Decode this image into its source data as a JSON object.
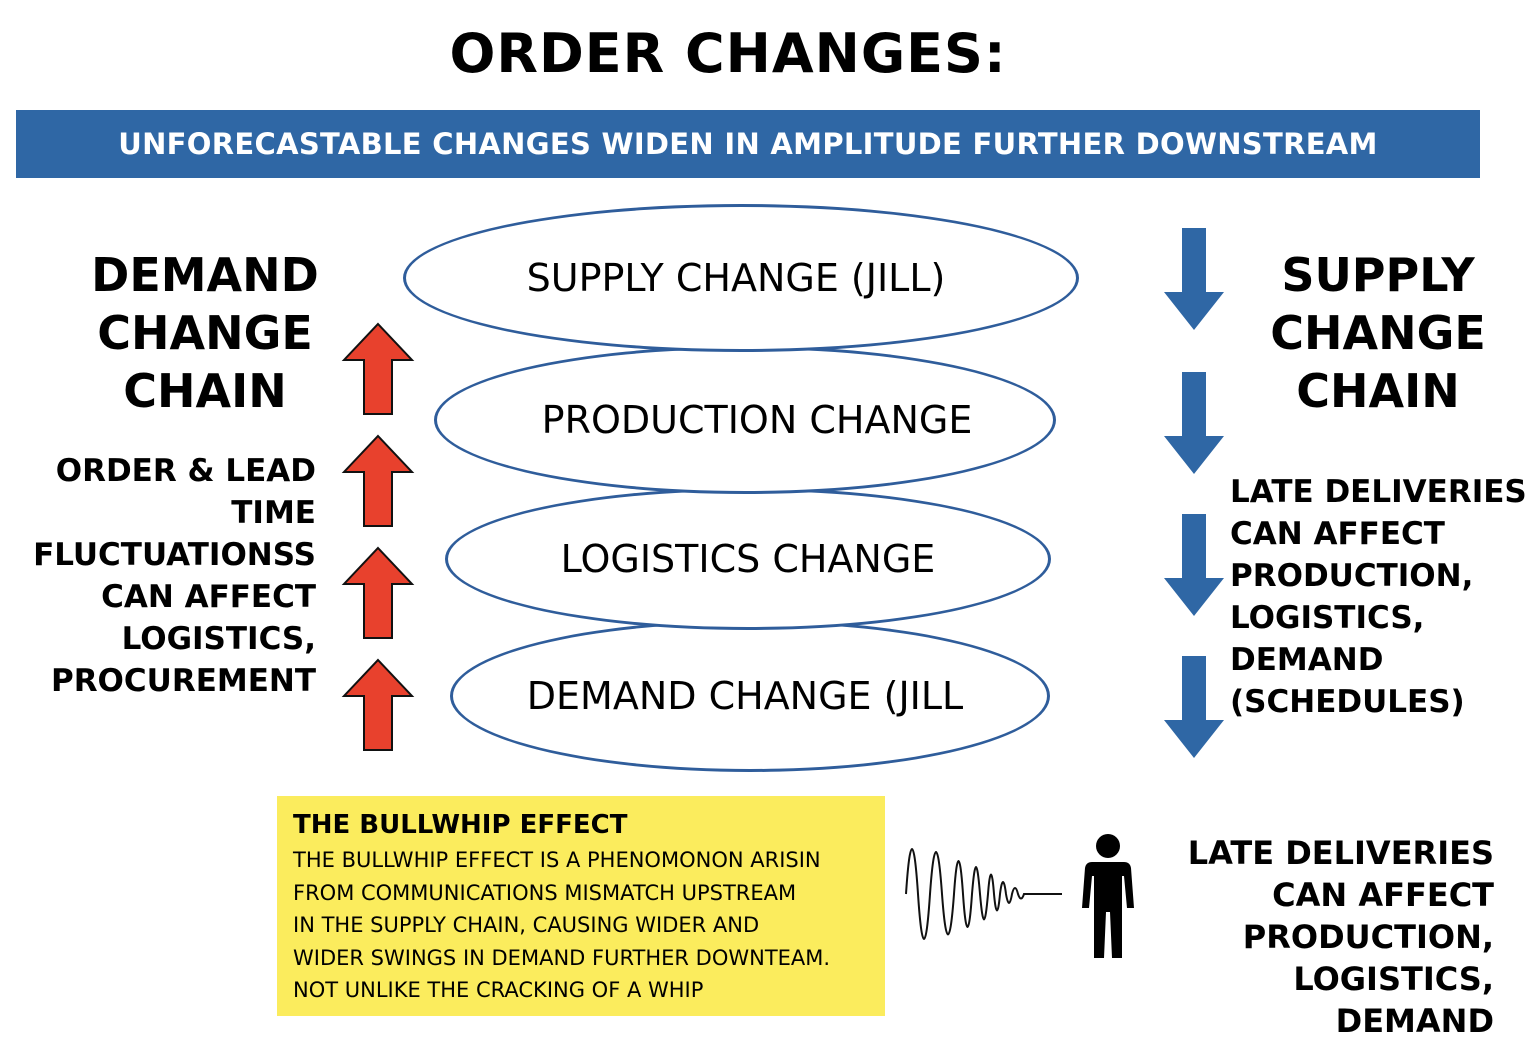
{
  "title": "ORDER CHANGES:",
  "banner": "UNFORECASTABLE CHANGES WIDEN IN AMPLITUDE FURTHER DOWNSTREAM",
  "left": {
    "heading": [
      "DEMAND",
      "CHANGE",
      "CHAIN"
    ],
    "text": [
      "ORDER & LEAD",
      "TIME",
      "FLUCTUATIONSS",
      "CAN AFFECT",
      "LOGISTICS,",
      "PROCUREMENT"
    ],
    "arrow_color": "#e8412d"
  },
  "right": {
    "heading": [
      "SUPPLY",
      "CHANGE",
      "CHAIN"
    ],
    "text": [
      "LATE DELIVERIES",
      "CAN AFFECT",
      "PRODUCTION,",
      "LOGISTICS,",
      "DEMAND",
      "(SCHEDULES)"
    ],
    "arrow_color": "#2f67a5"
  },
  "stack": [
    "SUPPLY CHANGE (JILL)",
    "PRODUCTION CHANGE",
    "LOGISTICS CHANGE",
    "DEMAND CHANGE (JILL"
  ],
  "bullwhip": {
    "title": "THE BULLWHIP EFFECT",
    "lines": [
      "THE BULLWHIP EFFECT IS A PHENOMONON ARISIN",
      "FROM COMMUNICATIONS MISMATCH UPSTREAM",
      "IN THE SUPPLY CHAIN, CAUSING WIDER AND",
      "WIDER SWINGS IN DEMAND FURTHER DOWNTEAM.",
      "NOT UNLIKE THE CRACKING OF A WHIP"
    ]
  },
  "bottom_right": [
    "LATE DELIVERIES",
    "CAN AFFECT",
    "PRODUCTION,",
    "LOGISTICS, DEMAND"
  ],
  "icons": [
    "up-arrow-icon",
    "down-arrow-icon",
    "whip-wave-icon",
    "person-icon"
  ]
}
